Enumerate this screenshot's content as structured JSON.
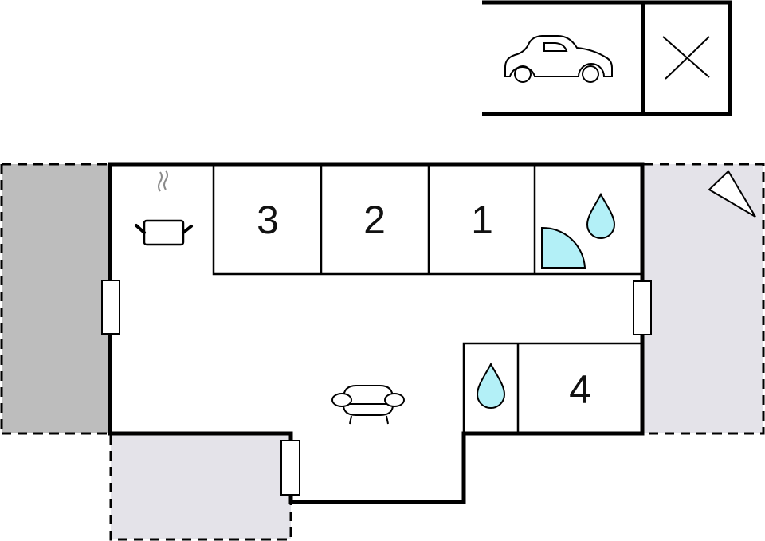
{
  "colors": {
    "wall": "#000000",
    "terrace_dark": "#bdbdbd",
    "terrace_light": "#e4e3e9",
    "water": "#b3f0f7",
    "floor": "#ffffff",
    "steam": "#8a8a8a"
  },
  "rooms": [
    {
      "id": "bedroom-3",
      "label": "3"
    },
    {
      "id": "bedroom-2",
      "label": "2"
    },
    {
      "id": "bedroom-1",
      "label": "1"
    },
    {
      "id": "bedroom-4",
      "label": "4"
    }
  ],
  "icons": {
    "kitchen": "cooking-pot-icon",
    "bathroom_top": "water-drop-icon",
    "shower": "shower-quarter-circle-icon",
    "bathroom_bottom": "water-drop-icon",
    "living": "armchair-icon",
    "parking": "car-icon",
    "storage": "x-mark-icon",
    "compass": "north-arrow-icon"
  },
  "areas": {
    "terrace_left": "terrace-dark",
    "terrace_right": "terrace-light",
    "terrace_bottom": "terrace-light",
    "carport": "carport"
  }
}
